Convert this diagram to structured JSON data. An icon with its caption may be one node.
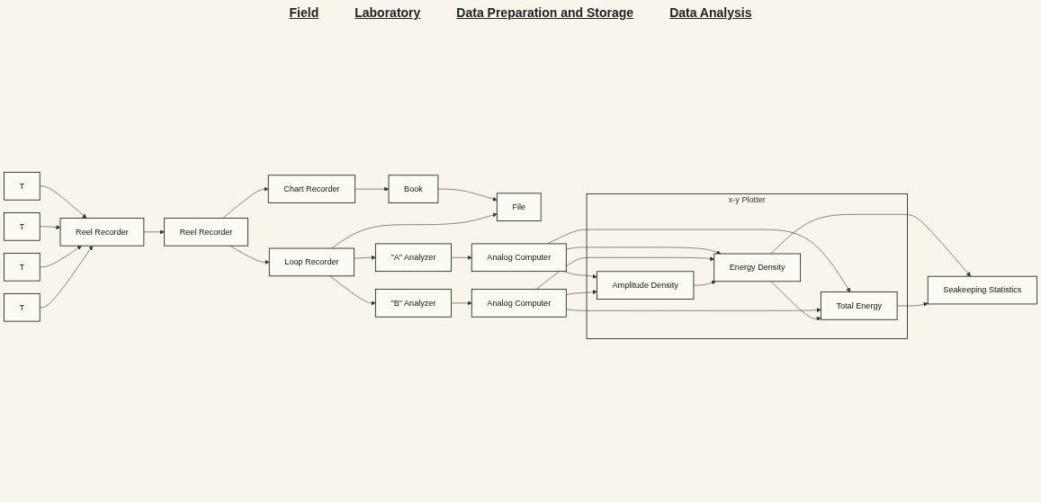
{
  "diagram": {
    "nodes": [
      {
        "text": [
          "T"
        ]
      },
      {
        "text": [
          "T"
        ]
      },
      {
        "text": [
          "T"
        ]
      },
      {
        "text": [
          "T"
        ]
      },
      {
        "text": [
          "Reel Recorder"
        ]
      },
      {
        "text": [
          "Reel Recorder"
        ]
      },
      {
        "text": [
          "Chart Recorder"
        ]
      },
      {
        "text": [
          "Book"
        ]
      },
      {
        "text": [
          "File"
        ]
      },
      {
        "text": [
          "Loop Recorder"
        ]
      },
      {
        "text": [
          "\"A\" Analyzer"
        ]
      },
      {
        "text": [
          "Analog Computer"
        ]
      },
      {
        "text": [
          "\"B\" Analyzer"
        ]
      },
      {
        "text": [
          "Analog Computer"
        ]
      },
      {
        "text": [
          "x-y Plotter"
        ]
      },
      {
        "text": [
          "Amplitude Density"
        ],
        "in": 14
      },
      {
        "text": [
          "Energy Density"
        ],
        "in": 14
      },
      {
        "text": [
          "Total Energy"
        ],
        "in": 14
      },
      {
        "text": [
          "Seakeeping Statistics"
        ]
      }
    ],
    "edges": [
      {
        "from": 0,
        "to": 4,
        "arrow": "to"
      },
      {
        "from": 1,
        "to": 4,
        "arrow": "to"
      },
      {
        "from": 2,
        "to": 4,
        "arrow": "to"
      },
      {
        "from": 3,
        "to": 4,
        "arrow": "to"
      },
      {
        "from": 4,
        "to": 5,
        "arrow": "to"
      },
      {
        "from": 5,
        "to": 6,
        "arrow": "to"
      },
      {
        "from": 6,
        "to": 7,
        "arrow": "to"
      },
      {
        "from": 7,
        "to": 8,
        "arrow": "to"
      },
      {
        "from": 5,
        "to": 9,
        "arrow": "to"
      },
      {
        "from": 9,
        "to": 8,
        "arrow": "to"
      },
      {
        "from": 9,
        "to": 10,
        "arrow": "to"
      },
      {
        "from": 9,
        "to": 12,
        "arrow": "to"
      },
      {
        "from": 10,
        "to": 11,
        "arrow": "to"
      },
      {
        "from": 12,
        "to": 13,
        "arrow": "to"
      },
      {
        "from": 11,
        "to": 15,
        "arrow": "to"
      },
      {
        "from": 11,
        "to": 16,
        "arrow": "to"
      },
      {
        "from": 11,
        "to": 17,
        "arrow": "to"
      },
      {
        "from": 13,
        "to": 15,
        "arrow": "to"
      },
      {
        "from": 13,
        "to": 16,
        "arrow": "to"
      },
      {
        "from": 13,
        "to": 17,
        "arrow": "to"
      },
      {
        "from": 15,
        "to": 16,
        "arrow": "to"
      },
      {
        "from": 16,
        "to": 17,
        "arrow": "to"
      },
      {
        "from": 16,
        "to": 18,
        "arrow": "to"
      },
      {
        "from": 17,
        "to": 18,
        "arrow": "to"
      }
    ],
    "labels": [
      "Field",
      "Laboratory",
      "Data Preparation and Storage",
      "Data Analysis"
    ]
  }
}
